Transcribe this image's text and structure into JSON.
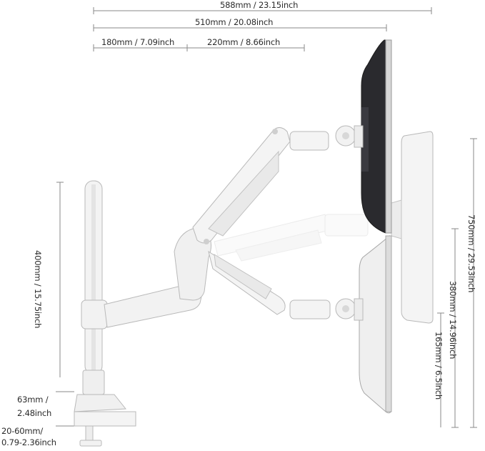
{
  "dimensions": {
    "total_width": "588mm / 23.15inch",
    "reach": "510mm / 20.08inch",
    "first_arm": "180mm / 7.09inch",
    "second_arm": "220mm / 8.66inch",
    "pole_height": "400mm / 15.75inch",
    "max_height": "750mm / 29.53inch",
    "height_range": "380mm / 14.96inch",
    "min_height": "165mm / 6.5inch",
    "clamp_depth_line1": "63mm /",
    "clamp_depth_line2": "2.48inch",
    "desk_thickness_line1": "20-60mm/",
    "desk_thickness_line2": "0.79-2.36inch"
  },
  "colors": {
    "arm_fill": "#f2f2f2",
    "arm_stroke": "#b9b9b9",
    "monitor_dark": "#2a2a2e",
    "dimension_line": "#8a8a8a",
    "label_text": "#2b2b2b"
  }
}
